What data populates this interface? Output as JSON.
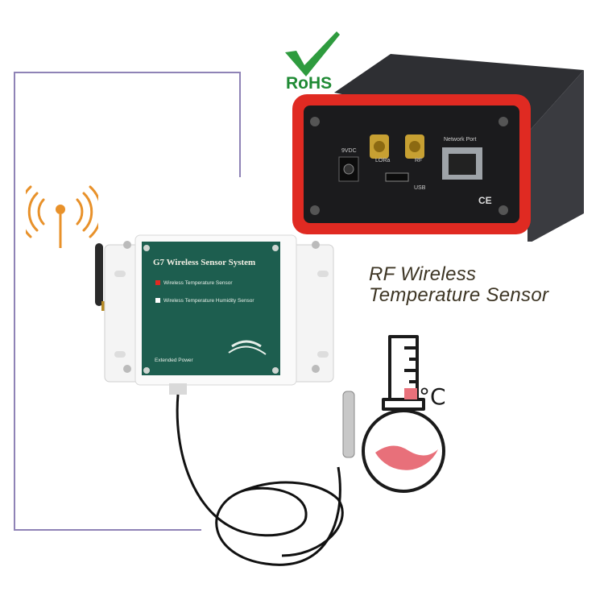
{
  "headline": {
    "line1": "RF Wireless",
    "line2": "Temperature Sensor"
  },
  "rohs": "RoHS",
  "gateway": {
    "ports": {
      "power": "9VDC",
      "antenna1": "LORa",
      "antenna2": "RF",
      "usb": "USB",
      "network": "Network Port",
      "ce": "CE"
    }
  },
  "sensor": {
    "title": "G7 Wireless Sensor System",
    "option1": "Wireless Temperature Sensor",
    "option2": "Wireless Temperature Humidity Sensor",
    "footer": "Extended Power"
  },
  "thermometer": {
    "unit": "°C"
  },
  "colors": {
    "frame": "#8f83b6",
    "gateway_accent": "#e02a22",
    "panel_green": "#1d5e4f",
    "signal_orange": "#e8912a",
    "rohs_green": "#1f8a34",
    "fill_pink": "#e8707a"
  }
}
